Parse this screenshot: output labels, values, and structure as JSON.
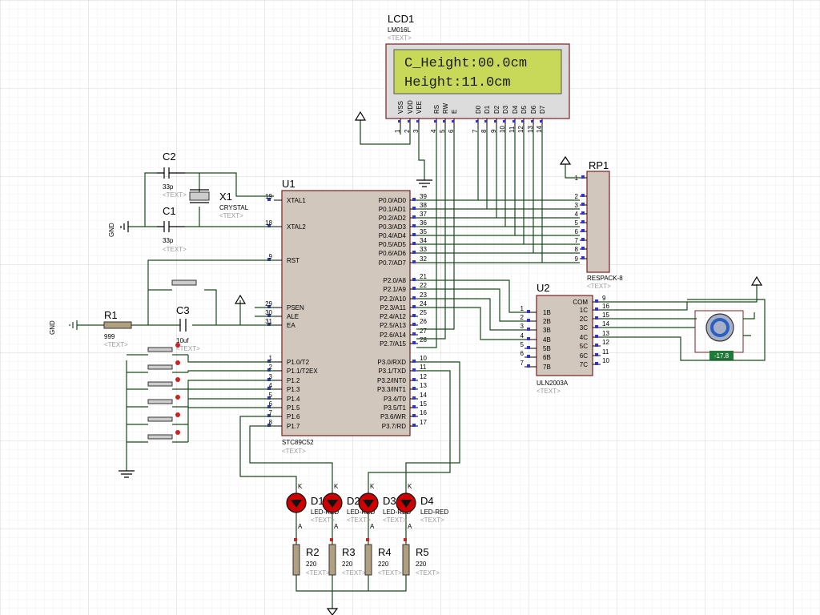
{
  "lcd": {
    "ref": "LCD1",
    "model": "LM016L",
    "text_ph": "<TEXT>",
    "line1": "C_Height:00.0cm",
    "line2": "Height:11.0cm",
    "pins": [
      "VSS",
      "VDD",
      "VEE",
      "RS",
      "RW",
      "E",
      "D0",
      "D1",
      "D2",
      "D3",
      "D4",
      "D5",
      "D6",
      "D7"
    ],
    "pin_nums": [
      "1",
      "2",
      "3",
      "4",
      "5",
      "6",
      "7",
      "8",
      "9",
      "10",
      "11",
      "12",
      "13",
      "14"
    ]
  },
  "mcu": {
    "ref": "U1",
    "model": "STC89C52",
    "text_ph": "<TEXT>",
    "left_pins": [
      {
        "n": "19",
        "label": "XTAL1"
      },
      {
        "n": "18",
        "label": "XTAL2"
      },
      {
        "n": "9",
        "label": "RST"
      },
      {
        "n": "29",
        "label": "PSEN"
      },
      {
        "n": "30",
        "label": "ALE"
      },
      {
        "n": "31",
        "label": "EA"
      },
      {
        "n": "1",
        "label": "P1.0/T2"
      },
      {
        "n": "2",
        "label": "P1.1/T2EX"
      },
      {
        "n": "3",
        "label": "P1.2"
      },
      {
        "n": "4",
        "label": "P1.3"
      },
      {
        "n": "5",
        "label": "P1.4"
      },
      {
        "n": "6",
        "label": "P1.5"
      },
      {
        "n": "7",
        "label": "P1.6"
      },
      {
        "n": "8",
        "label": "P1.7"
      }
    ],
    "right_pins": [
      {
        "n": "39",
        "label": "P0.0/AD0"
      },
      {
        "n": "38",
        "label": "P0.1/AD1"
      },
      {
        "n": "37",
        "label": "P0.2/AD2"
      },
      {
        "n": "36",
        "label": "P0.3/AD3"
      },
      {
        "n": "35",
        "label": "P0.4/AD4"
      },
      {
        "n": "34",
        "label": "P0.5/AD5"
      },
      {
        "n": "33",
        "label": "P0.6/AD6"
      },
      {
        "n": "32",
        "label": "P0.7/AD7"
      },
      {
        "n": "21",
        "label": "P2.0/A8"
      },
      {
        "n": "22",
        "label": "P2.1/A9"
      },
      {
        "n": "23",
        "label": "P2.2/A10"
      },
      {
        "n": "24",
        "label": "P2.3/A11"
      },
      {
        "n": "25",
        "label": "P2.4/A12"
      },
      {
        "n": "26",
        "label": "P2.5/A13"
      },
      {
        "n": "27",
        "label": "P2.6/A14"
      },
      {
        "n": "28",
        "label": "P2.7/A15"
      },
      {
        "n": "10",
        "label": "P3.0/RXD"
      },
      {
        "n": "11",
        "label": "P3.1/TXD"
      },
      {
        "n": "12",
        "label": "P3.2/INT0"
      },
      {
        "n": "13",
        "label": "P3.3/INT1"
      },
      {
        "n": "14",
        "label": "P3.4/T0"
      },
      {
        "n": "15",
        "label": "P3.5/T1"
      },
      {
        "n": "16",
        "label": "P3.6/WR"
      },
      {
        "n": "17",
        "label": "P3.7/RD"
      }
    ]
  },
  "rp1": {
    "ref": "RP1",
    "model": "RESPACK-8",
    "text_ph": "<TEXT>",
    "pins": [
      "1",
      "2",
      "3",
      "4",
      "5",
      "6",
      "7",
      "8",
      "9"
    ]
  },
  "u2": {
    "ref": "U2",
    "model": "ULN2003A",
    "text_ph": "<TEXT>",
    "left": [
      {
        "n": "1",
        "label": "1B"
      },
      {
        "n": "2",
        "label": "2B"
      },
      {
        "n": "3",
        "label": "3B"
      },
      {
        "n": "4",
        "label": "4B"
      },
      {
        "n": "5",
        "label": "5B"
      },
      {
        "n": "6",
        "label": "6B"
      },
      {
        "n": "7",
        "label": "7B"
      }
    ],
    "right": [
      {
        "n": "9",
        "label": "COM"
      },
      {
        "n": "16",
        "label": "1C"
      },
      {
        "n": "15",
        "label": "2C"
      },
      {
        "n": "14",
        "label": "3C"
      },
      {
        "n": "13",
        "label": "4C"
      },
      {
        "n": "12",
        "label": "5C"
      },
      {
        "n": "11",
        "label": "6C"
      },
      {
        "n": "10",
        "label": "7C"
      }
    ]
  },
  "motor": {
    "readout": "-17.8"
  },
  "c2": {
    "ref": "C2",
    "value": "33p",
    "text_ph": "<TEXT>"
  },
  "c1": {
    "ref": "C1",
    "value": "33p",
    "text_ph": "<TEXT>"
  },
  "x1": {
    "ref": "X1",
    "value": "CRYSTAL",
    "text_ph": "<TEXT>"
  },
  "c3": {
    "ref": "C3",
    "value": "10uf",
    "text_ph": "<TEXT>"
  },
  "r1": {
    "ref": "R1",
    "value": "999",
    "text_ph": "<TEXT>"
  },
  "gnd_label": "GND",
  "leds": [
    {
      "ref": "D1",
      "value": "LED-RED",
      "text_ph": "<TEXT>"
    },
    {
      "ref": "D2",
      "value": "LED-RED",
      "text_ph": "<TEXT>"
    },
    {
      "ref": "D3",
      "value": "LED-RED",
      "text_ph": "<TEXT>"
    },
    {
      "ref": "D4",
      "value": "LED-RED",
      "text_ph": "<TEXT>"
    }
  ],
  "led_pins": {
    "k": "K",
    "a": "A"
  },
  "resistors": [
    {
      "ref": "R2",
      "value": "220",
      "text_ph": "<TEXT>"
    },
    {
      "ref": "R3",
      "value": "220",
      "text_ph": "<TEXT>"
    },
    {
      "ref": "R4",
      "value": "220",
      "text_ph": "<TEXT>"
    },
    {
      "ref": "R5",
      "value": "220",
      "text_ph": "<TEXT>"
    }
  ],
  "colors": {
    "grid_minor": "#e6e6e6",
    "grid_major": "#cccccc",
    "wire": "#1b4a1b",
    "ic_fill": "#d2c7bd",
    "ic_stroke": "#7a2020",
    "lcd_fill": "#c8d95a",
    "led_fill": "#cc0000",
    "pin_blue": "#3333cc",
    "pin_red": "#cc2222",
    "readout_bg": "#1f7a3a"
  }
}
